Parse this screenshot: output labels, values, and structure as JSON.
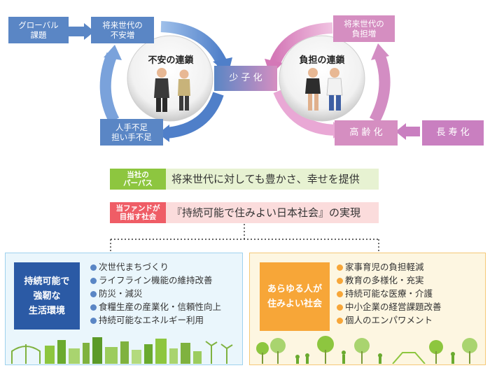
{
  "anxiety_chain": {
    "title": "不安の連鎖",
    "global_issue": "グローバル\n課題",
    "future_anxiety": "将来世代の\n不安増",
    "labor_shortage": "人手不足\n担い手不足"
  },
  "burden_chain": {
    "title": "負担の連鎖",
    "future_burden": "将来世代の\n負担増",
    "aging": "高 齢 化",
    "longevity": "長 寿 化"
  },
  "center_box": "少 子 化",
  "purpose": {
    "tag": "当社の\nパーパス",
    "text": "将来世代に対しても豊かさ、幸せを提供"
  },
  "fund_goal": {
    "tag": "当ファンドが\n目指す社会",
    "text": "『持続可能で住みよい日本社会』の実現"
  },
  "left_panel": {
    "title": "持続可能で\n強靭な\n生活環境",
    "items": [
      "次世代まちづくり",
      "ライフライン機能の維持改善",
      "防災・減災",
      "食糧生産の産業化・信頼性向上",
      "持続可能なエネルギー利用"
    ]
  },
  "right_panel": {
    "title": "あらゆる人が\n住みよい社会",
    "items": [
      "家事育児の負担軽減",
      "教育の多様化・充実",
      "持続可能な医療・介護",
      "中小企業の経営課題改善",
      "個人のエンパワメント"
    ]
  },
  "colors": {
    "blue": "#5a86c5",
    "pink": "#d58ec1",
    "green": "#8dc63f",
    "red": "#ef5d66",
    "navy": "#2b5aa5",
    "orange": "#f7a638",
    "left_bg": "#eaf6fc",
    "right_bg": "#fdf6e1"
  }
}
